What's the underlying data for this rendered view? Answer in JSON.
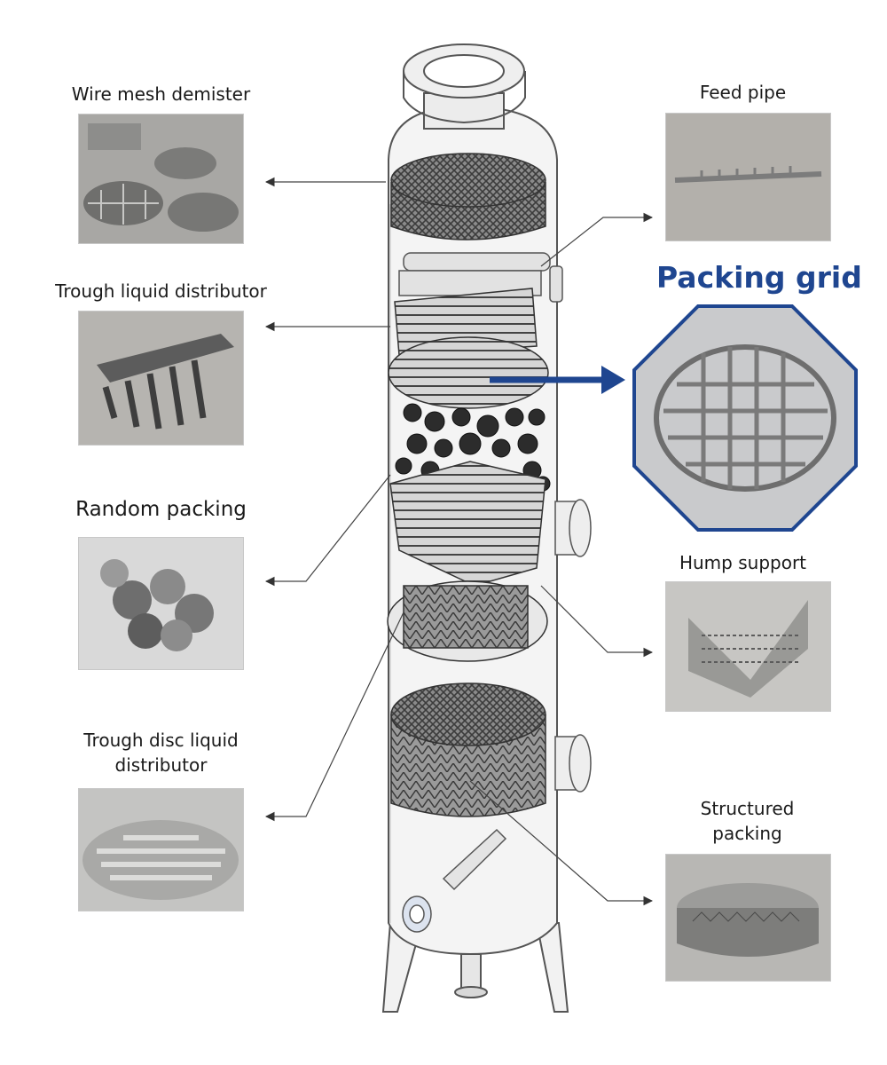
{
  "labels": {
    "wire_mesh_demister": "Wire mesh demister",
    "trough_liquid_distributor": "Trough liquid  distributor",
    "random_packing": "Random packing",
    "trough_disc_line1": "Trough disc liquid",
    "trough_disc_line2": "distributor",
    "feed_pipe": "Feed pipe",
    "packing_grid": "Packing grid",
    "hump_support": "Hump support",
    "structured_line1": "Structured",
    "structured_line2": "packing"
  },
  "colors": {
    "highlight": "#1f4690",
    "arrow": "#333333",
    "vessel_fill": "#f2f2f2",
    "vessel_stroke": "#555555"
  },
  "icons": {
    "callout": "arrow-left-icon",
    "highlight_callout": "arrow-right-icon"
  }
}
